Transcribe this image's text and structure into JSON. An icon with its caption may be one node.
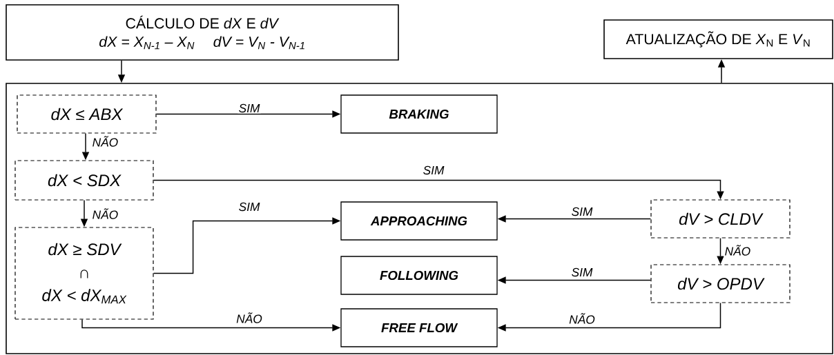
{
  "diagram": {
    "nodes": [
      {
        "text": [
          "CÁLCULO DE *dX* E *dV*",
          "dX = X$_{N-1}$ – X$_{N}$",
          "dV = V$_{N}$ - V$_{N-1}$"
        ]
      },
      {
        "text": [
          "ATUALIZAÇÃO DE *X*$_{N}$ E *V*$_{N}$"
        ]
      },
      {
        "text": [],
        "shape": "box"
      },
      {
        "text": [
          "dX ≤ ABX"
        ],
        "in": 2
      },
      {
        "text": [
          "BRAKING"
        ],
        "in": 2
      },
      {
        "text": [
          "dX < SDX"
        ],
        "in": 2
      },
      {
        "text": [
          "dX ≥ SDV",
          "∩",
          "dX < dX$_{MAX}$"
        ],
        "in": 2
      },
      {
        "text": [
          "APPROACHING"
        ],
        "in": 2
      },
      {
        "text": [
          "dV > CLDV"
        ],
        "in": 2
      },
      {
        "text": [
          "FOLLOWING"
        ],
        "in": 2
      },
      {
        "text": [
          "dV > OPDV"
        ],
        "in": 2
      },
      {
        "text": [
          "FREE FLOW"
        ],
        "in": 2
      }
    ],
    "edges": [
      {
        "from": 0,
        "to": 2,
        "arrow": "to"
      },
      {
        "from": 2,
        "to": 1,
        "arrow": "to"
      },
      {
        "from": 3,
        "to": 4,
        "arrow": "to",
        "label": "SIM"
      },
      {
        "from": 3,
        "to": 5,
        "arrow": "to",
        "label": "NÃO"
      },
      {
        "from": 5,
        "to": 8,
        "arrow": "to",
        "label": "SIM"
      },
      {
        "from": 5,
        "to": 6,
        "arrow": "to",
        "label": "NÃO"
      },
      {
        "from": 6,
        "to": 7,
        "arrow": "to",
        "label": "SIM"
      },
      {
        "from": 8,
        "to": 7,
        "arrow": "to",
        "label": "SIM"
      },
      {
        "from": 8,
        "to": 10,
        "arrow": "to",
        "label": "NÃO"
      },
      {
        "from": 10,
        "to": 9,
        "arrow": "to",
        "label": "SIM"
      },
      {
        "from": 6,
        "to": 11,
        "arrow": "to",
        "label": "NÃO"
      },
      {
        "from": 10,
        "to": 11,
        "arrow": "to",
        "label": "NÃO"
      }
    ]
  }
}
